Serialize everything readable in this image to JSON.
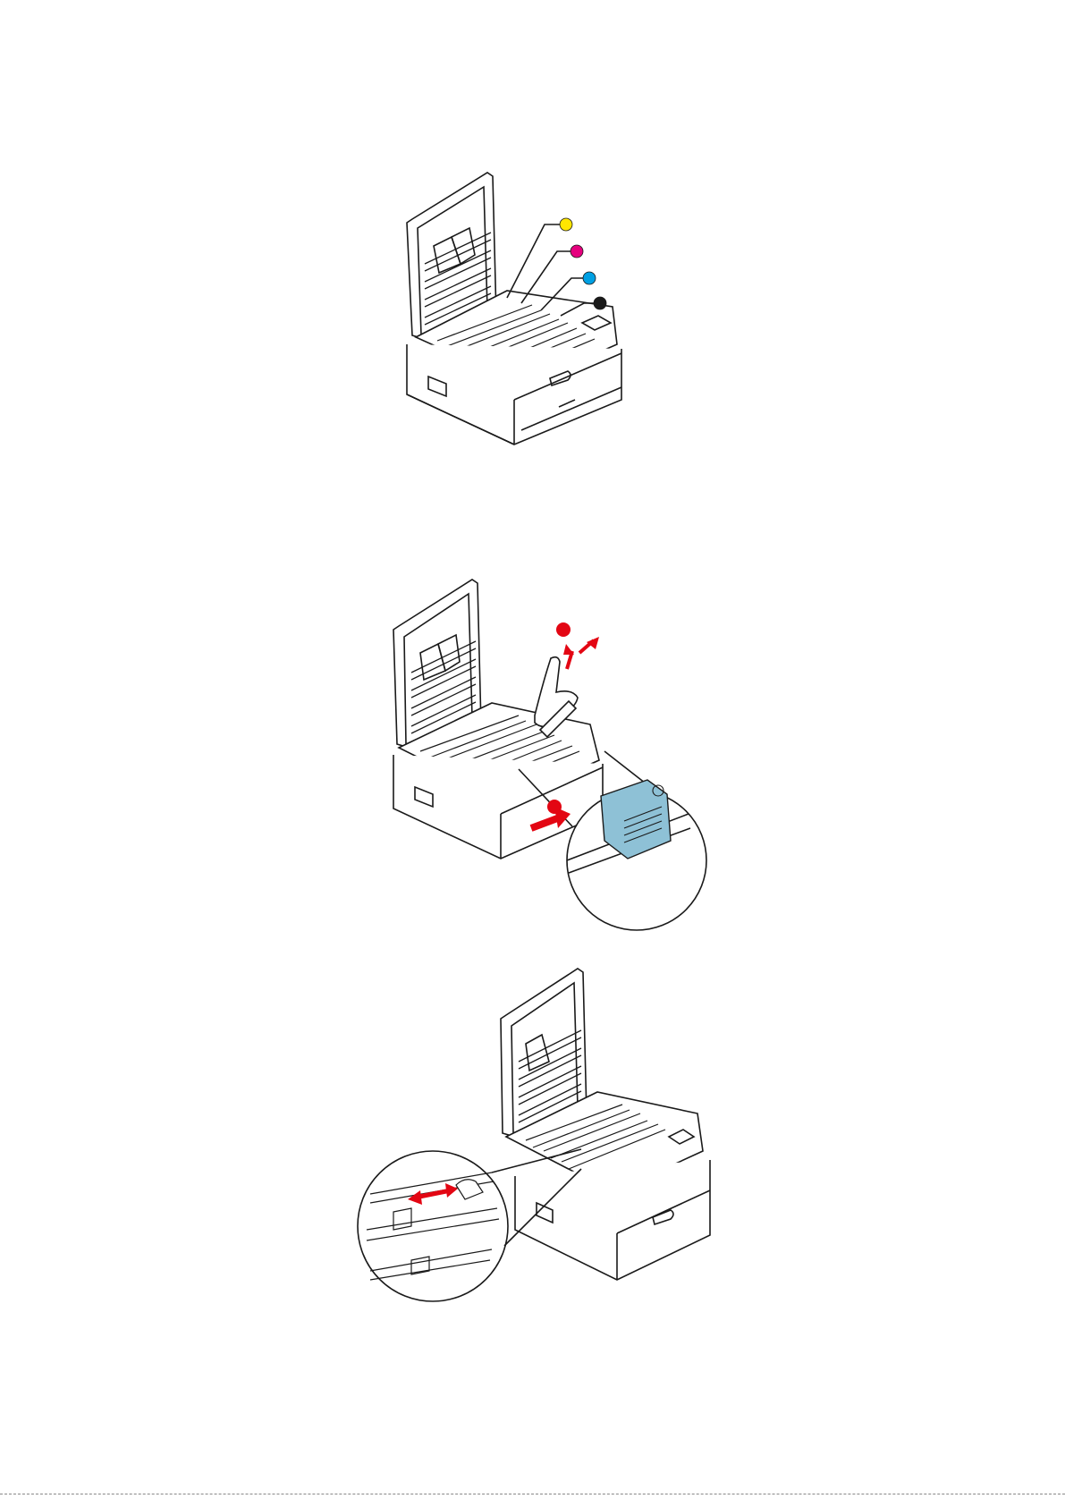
{
  "colors": {
    "yellow": "#FFE600",
    "magenta": "#E6007E",
    "cyan": "#00A0E3",
    "black": "#1A1A1A",
    "step_red": "#E30613",
    "cartridge_blue": "#8EC1D6",
    "line": "#1A1A1A"
  },
  "figures": [
    {
      "id": "printer-open-color-cartridges",
      "callouts": [
        "yellow",
        "magenta",
        "cyan",
        "black"
      ]
    },
    {
      "id": "remove-image-drum",
      "steps": 2,
      "inset": "lock-lever-blue"
    },
    {
      "id": "clean-led-head",
      "inset": "slide-arrow-red"
    }
  ]
}
